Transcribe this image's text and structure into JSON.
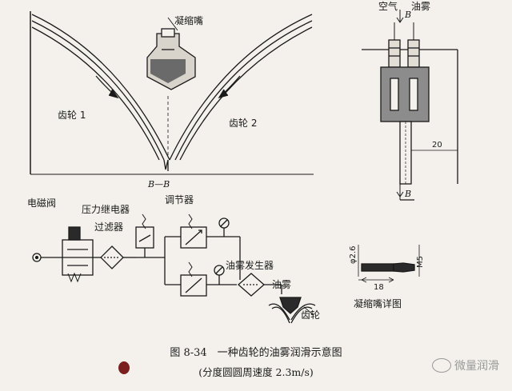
{
  "top_left": {
    "nozzle_label": "凝缩嘴",
    "gear1_label": "齿轮 1",
    "gear2_label": "齿轮 2",
    "section_label": "B—B"
  },
  "top_right": {
    "air_label": "空气",
    "mist_label": "油雾",
    "b_top": "B",
    "b_bottom": "B",
    "dim_20": "20"
  },
  "schematic": {
    "solenoid_valve": "电磁阀",
    "pressure_relay": "压力继电器",
    "filter": "过滤器",
    "regulator": "调节器",
    "mist_generator": "油雾发生器",
    "oil_mist": "油雾",
    "gear": "齿轮"
  },
  "detail": {
    "title": "凝缩嘴详图",
    "dim_phi": "φ2.6",
    "dim_m5": "M5",
    "dim_18": "18"
  },
  "caption": {
    "title": "图 8-34　一种齿轮的油雾润滑示意图",
    "subtitle": "(分度圆圆周速度 2.3m/s)"
  },
  "watermark": {
    "text": "微量润滑"
  }
}
